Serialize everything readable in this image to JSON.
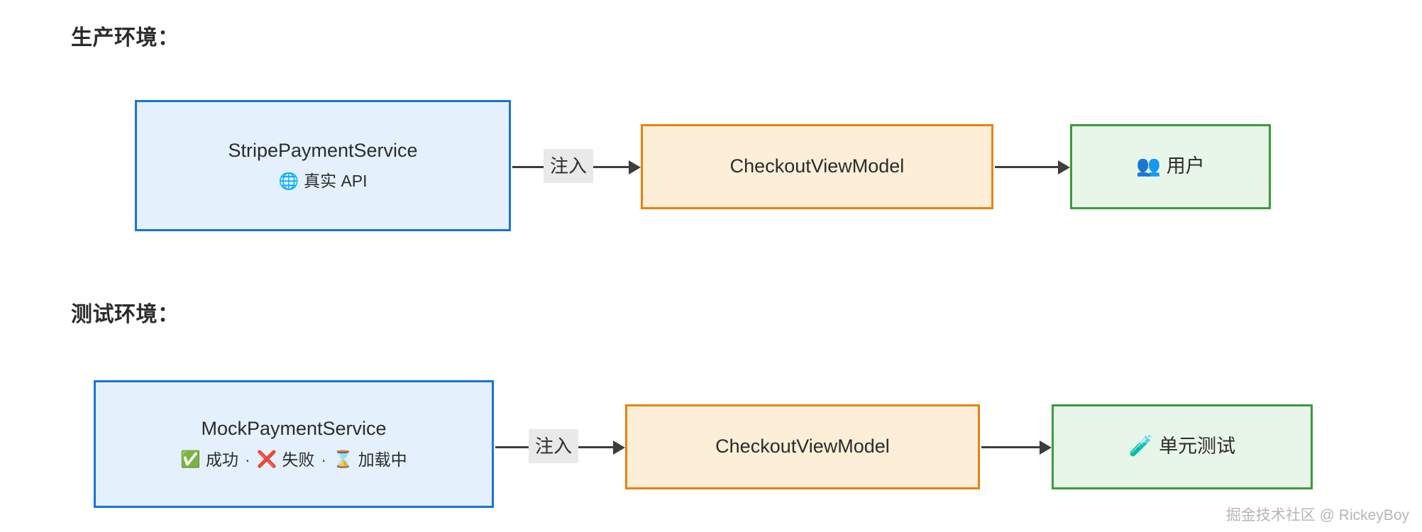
{
  "sections": {
    "production": {
      "title": "生产环境："
    },
    "test": {
      "title": "测试环境："
    }
  },
  "nodes": {
    "stripe_service": {
      "title": "StripePaymentService",
      "sub_icon": "globe-emoji",
      "sub_icon_glyph": "🌐",
      "sub_label": "真实 API",
      "border_color": "#1a73d4",
      "fill_color": "#e4f1fc"
    },
    "viewmodel_production": {
      "title": "CheckoutViewModel",
      "border_color": "#e8820c",
      "fill_color": "#fdeed7"
    },
    "user": {
      "icon": "people-emoji",
      "icon_glyph": "👥",
      "title": "用户",
      "border_color": "#3a9c3a",
      "fill_color": "#e8f5e9"
    },
    "mock_service": {
      "title": "MockPaymentService",
      "states": [
        {
          "icon": "check-mark-button-emoji",
          "glyph": "✅",
          "label": "成功"
        },
        {
          "icon": "cross-mark-emoji",
          "glyph": "❌",
          "label": "失败"
        },
        {
          "icon": "hourglass-emoji",
          "glyph": "⌛",
          "label": "加载中"
        }
      ],
      "separator": "·",
      "border_color": "#1a73d4",
      "fill_color": "#e4f1fc"
    },
    "viewmodel_test": {
      "title": "CheckoutViewModel",
      "border_color": "#e8820c",
      "fill_color": "#fdeed7"
    },
    "unit_test": {
      "icon": "test-tube-emoji",
      "icon_glyph": "🧪",
      "title": "单元测试",
      "border_color": "#3a9c3a",
      "fill_color": "#e8f5e9"
    }
  },
  "edges": {
    "production_inject": {
      "label": "注入"
    },
    "test_inject": {
      "label": "注入"
    }
  },
  "watermark": {
    "text": "掘金技术社区 @ RickeyBoy"
  }
}
